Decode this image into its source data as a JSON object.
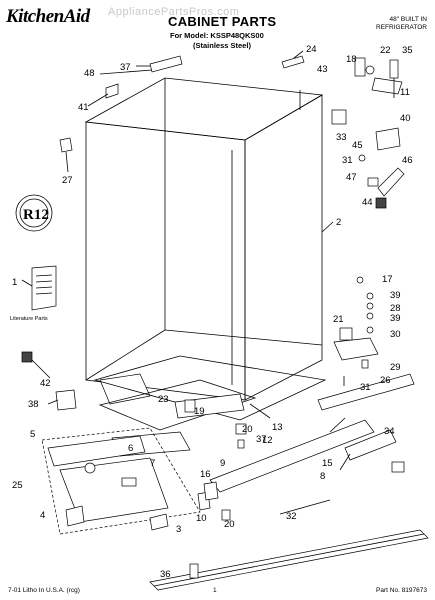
{
  "header": {
    "brand": "KitchenAid",
    "watermark": "AppliancePartsPros.com",
    "title": "CABINET PARTS",
    "model_line": "For Model: KSSP48QKS00",
    "model_variant": "(Stainless Steel)",
    "corner_line1": "48\" BUILT IN",
    "corner_line2": "REFRIGERATOR"
  },
  "literature_label": "Literature Parts",
  "badge_text": "R12",
  "footer": {
    "left": "7-01 Litho In U.S.A. (rcg)",
    "center": "1",
    "right": "Part No. 8197673"
  },
  "callouts": [
    "1",
    "2",
    "3",
    "4",
    "5",
    "6",
    "7",
    "8",
    "9",
    "10",
    "11",
    "12",
    "13",
    "15",
    "16",
    "17",
    "18",
    "19",
    "20",
    "20",
    "21",
    "22",
    "23",
    "24",
    "25",
    "26",
    "27",
    "28",
    "29",
    "30",
    "31",
    "31",
    "32",
    "33",
    "34",
    "35",
    "36",
    "37",
    "37",
    "38",
    "39",
    "39",
    "40",
    "41",
    "42",
    "43",
    "44",
    "45",
    "46",
    "47",
    "48"
  ]
}
